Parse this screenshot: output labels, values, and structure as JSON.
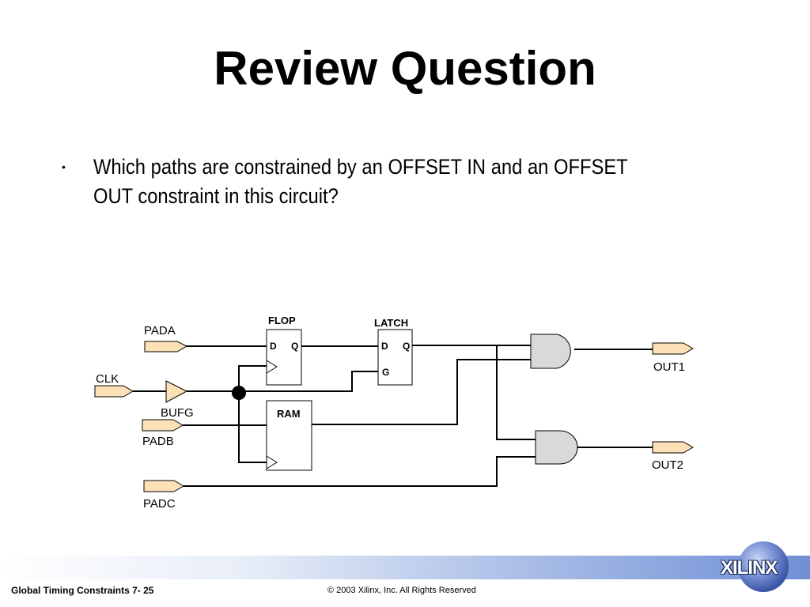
{
  "slide": {
    "title": "Review Question",
    "bullet": "Which paths are constrained by an OFFSET IN and an OFFSET OUT constraint in this circuit?"
  },
  "diagram": {
    "pads": {
      "pada": "PADA",
      "clk": "CLK",
      "padb": "PADB",
      "padc": "PADC",
      "out1": "OUT1",
      "out2": "OUT2"
    },
    "bufg": "BUFG",
    "flop": {
      "title": "FLOP",
      "d": "D",
      "q": "Q"
    },
    "latch": {
      "title": "LATCH",
      "d": "D",
      "q": "Q",
      "g": "G"
    },
    "ram": {
      "title": "RAM"
    },
    "colors": {
      "pad_fill": "#fde1b6",
      "gate_fill": "#d9d9d9",
      "wire": "#000000"
    }
  },
  "footer": {
    "course": "Global Timing Constraints  7- 25",
    "copyright": "© 2003 Xilinx, Inc. All Rights Reserved",
    "logo_text": "XILINX"
  }
}
